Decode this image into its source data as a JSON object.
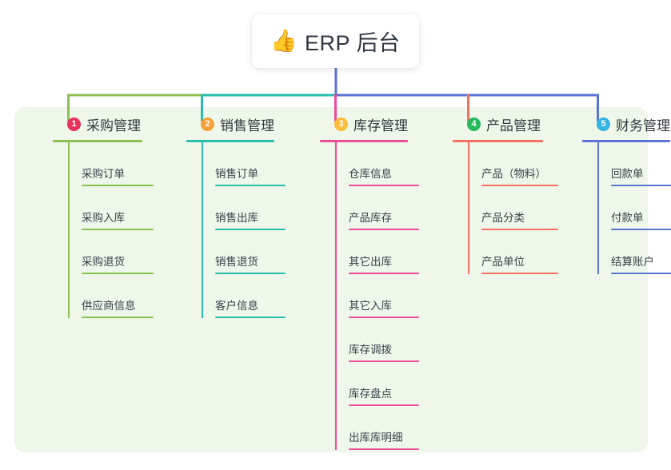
{
  "root": {
    "icon": "thumbs-up-icon",
    "emoji": "👍",
    "title": "ERP 后台"
  },
  "panel": {
    "background_color": "#eef7e9"
  },
  "columns": [
    {
      "number": "1",
      "title": "采购管理",
      "badge_color": "#e8315c",
      "line_color": "#8cc152",
      "items": [
        {
          "label": "采购订单"
        },
        {
          "label": "采购入库"
        },
        {
          "label": "采购退货"
        },
        {
          "label": "供应商信息"
        }
      ]
    },
    {
      "number": "2",
      "title": "销售管理",
      "badge_color": "#f5a03c",
      "line_color": "#29bdad",
      "items": [
        {
          "label": "销售订单"
        },
        {
          "label": "销售出库"
        },
        {
          "label": "销售退货"
        },
        {
          "label": "客户信息"
        }
      ]
    },
    {
      "number": "3",
      "title": "库存管理",
      "badge_color": "#fbbd3a",
      "line_color": "#ef4b9b",
      "items": [
        {
          "label": "仓库信息"
        },
        {
          "label": "产品库存"
        },
        {
          "label": "其它出库"
        },
        {
          "label": "其它入库"
        },
        {
          "label": "库存调拨"
        },
        {
          "label": "库存盘点"
        },
        {
          "label": "出库库明细"
        }
      ]
    },
    {
      "number": "4",
      "title": "产品管理",
      "badge_color": "#23b95c",
      "line_color": "#f4705f",
      "items": [
        {
          "label": "产品（物料）"
        },
        {
          "label": "产品分类"
        },
        {
          "label": "产品单位"
        }
      ]
    },
    {
      "number": "5",
      "title": "财务管理",
      "badge_color": "#34b3e4",
      "line_color": "#5b74d4",
      "items": [
        {
          "label": "回款单"
        },
        {
          "label": "付款单"
        },
        {
          "label": "结算账户"
        }
      ]
    }
  ],
  "connector": {
    "trunk_color": "#5b74d4",
    "left_segment_color": "#8cc152",
    "mid_segment_color": "#29bdad",
    "branch3_color": "#ef4b9b",
    "branch4_color": "#f4705f",
    "branch5_color": "#5b74d4"
  }
}
